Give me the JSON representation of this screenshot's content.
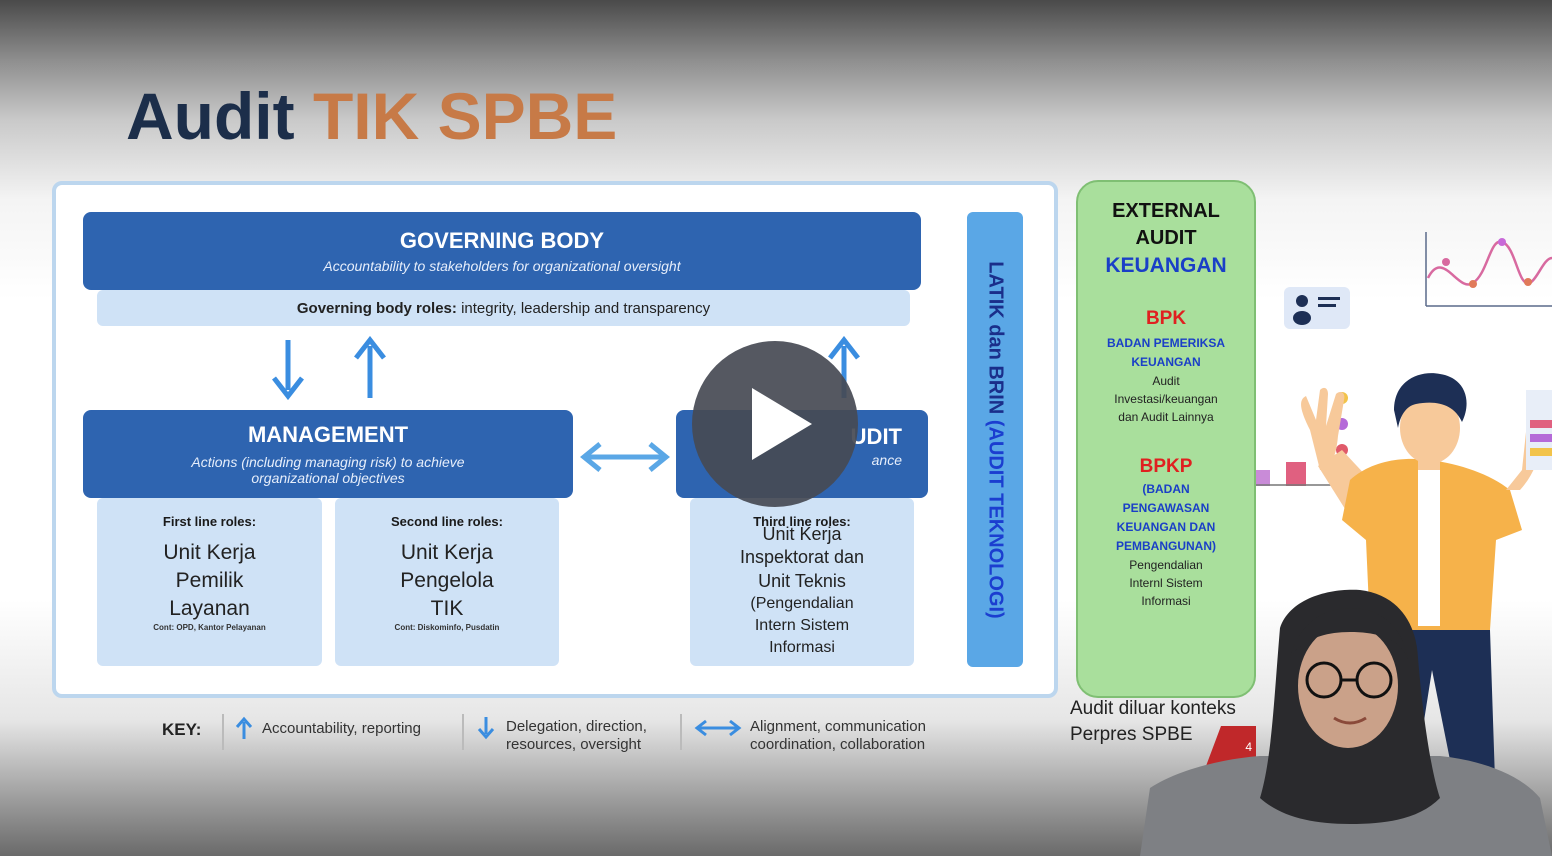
{
  "slide": {
    "title_part1": "Audit",
    "title_part2": "TIK SPBE",
    "governing": {
      "heading": "GOVERNING BODY",
      "subtitle": "Accountability to stakeholders for organizational oversight",
      "roles_label": "Governing body roles:",
      "roles_text": "integrity, leadership and transparency"
    },
    "management": {
      "heading": "MANAGEMENT",
      "subtitle_line1": "Actions (including managing risk) to achieve",
      "subtitle_line2": "organizational objectives"
    },
    "internal_audit": {
      "heading_visible": "UDIT",
      "subtitle_visible": "ance"
    },
    "first_line": {
      "title": "First line roles:",
      "l1": "Unit Kerja",
      "l2": "Pemilik",
      "l3": "Layanan",
      "cont": "Cont: OPD, Kantor Pelayanan"
    },
    "second_line": {
      "title": "Second line roles:",
      "l1": "Unit Kerja",
      "l2": "Pengelola",
      "l3": "TIK",
      "cont": "Cont: Diskominfo, Pusdatin"
    },
    "third_line": {
      "title": "Third line roles:",
      "l1": "Unit Kerja",
      "l2": "Inspektorat dan",
      "l3": "Unit Teknis",
      "l4": "(Pengendalian",
      "l5": "Intern Sistem",
      "l6": "Informasi"
    },
    "latik": {
      "text": "LATIK dan BRIN",
      "paren": "(AUDIT TEKNOLOGI)"
    },
    "external": {
      "h1": "EXTERNAL",
      "h2": "AUDIT",
      "h3": "KEUANGAN",
      "bpk": "BPK",
      "bpk_b1": "BADAN PEMERIKSA",
      "bpk_b2": "KEUANGAN",
      "bpk_t1": "Audit",
      "bpk_t2": "Investasi/keuangan",
      "bpk_t3": "dan Audit Lainnya",
      "bpkp": "BPKP",
      "bpkp_b1": "(BADAN",
      "bpkp_b2": "PENGAWASAN",
      "bpkp_b3": "KEUANGAN DAN",
      "bpkp_b4": "PEMBANGUNAN)",
      "bpkp_t1": "Pengendalian",
      "bpkp_t2": "Internl Sistem",
      "bpkp_t3": "Informasi"
    },
    "key": {
      "label": "KEY:",
      "k1": "Accountability, reporting",
      "k2a": "Delegation, direction,",
      "k2b": "resources, oversight",
      "k3a": "Alignment, communication",
      "k3b": "coordination, collaboration"
    },
    "outside_note_1": "Audit diluar konteks",
    "outside_note_2": "Perpres SPBE",
    "page_num": "4"
  },
  "colors": {
    "title_dark": "#1c2e4a",
    "title_accent": "#c77a47",
    "bar_blue": "#2e64b0",
    "light_blue": "#cfe2f6",
    "latik_blue": "#5aa7e6",
    "external_green": "#a9df9c"
  },
  "icons": [
    "play-icon",
    "arrow-up-icon",
    "arrow-down-icon",
    "arrow-both-icon",
    "user-card-icon",
    "line-chart-icon"
  ]
}
